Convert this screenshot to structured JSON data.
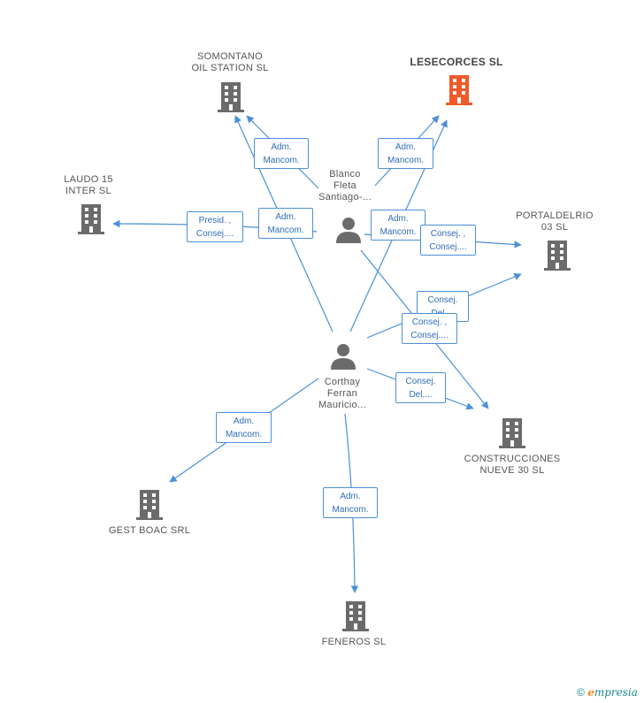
{
  "colors": {
    "edge": "#4a90d9",
    "building": "#6b6b6b",
    "building_focus": "#f05a28",
    "person": "#6b6b6b"
  },
  "companies": {
    "somontano": "SOMONTANO\nOIL STATION SL",
    "lesecorces": "LESECORCES SL",
    "laudo": "LAUDO 15\nINTER SL",
    "portaldelrio": "PORTALDELRIO\n03 SL",
    "construcciones": "CONSTRUCCIONES\nNUEVE 30 SL",
    "gestboac": "GEST BOAC SRL",
    "feneros": "FENEROS SL"
  },
  "persons": {
    "blanco": "Blanco\nFleta\nSantiago-...",
    "corthay": "Corthay\nFerran\nMauricio..."
  },
  "relations": {
    "r1": "Adm.\nMancom.",
    "r2": "Adm.\nMancom.",
    "r3": "Presid. ,\nConsej....",
    "r4": "Adm.\nMancom.",
    "r5": "Adm.\nMancom.",
    "r6": "Consej. ,\nConsej....",
    "r7": "Consej.\nDel....",
    "r8": "Consej. ,\nConsej....",
    "r9": "Consej.\nDel....",
    "r10": "Adm.\nMancom.",
    "r11": "Adm.\nMancom."
  },
  "footer": {
    "copyright": "©",
    "brand_initial": "e",
    "brand_rest": "mpresia"
  }
}
